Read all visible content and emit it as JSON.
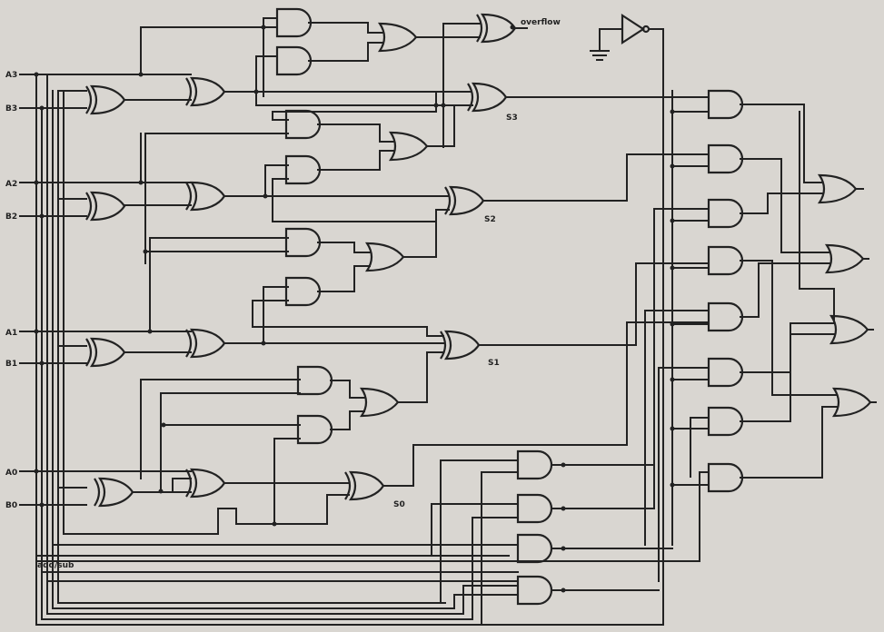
{
  "inputs": [
    "A3",
    "B3",
    "A2",
    "B2",
    "A1",
    "B1",
    "A0",
    "B0"
  ],
  "outputs": [
    "overflow",
    "S3",
    "S2",
    "S1",
    "S0"
  ],
  "control": "add/sub",
  "colors": {
    "paper": "#d9d6d1",
    "ink": "#222222"
  }
}
